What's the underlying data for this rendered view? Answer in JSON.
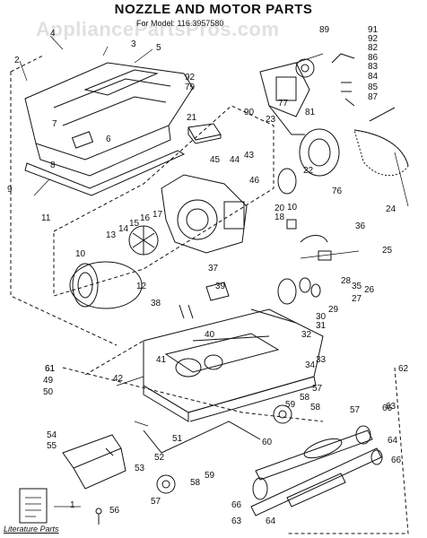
{
  "title": "NOZZLE AND MOTOR PARTS",
  "model_label": "For Model: 116.3957580",
  "watermark": "AppliancePartsPros.com",
  "literature_label": "Literature Parts",
  "part_numbers": [
    "1",
    "2",
    "3",
    "4",
    "5",
    "6",
    "7",
    "8",
    "9",
    "10",
    "11",
    "12",
    "13",
    "14",
    "15",
    "16",
    "17",
    "18",
    "20",
    "21",
    "22",
    "23",
    "24",
    "25",
    "26",
    "27",
    "28",
    "29",
    "30",
    "31",
    "32",
    "33",
    "34",
    "35",
    "36",
    "37",
    "38",
    "39",
    "40",
    "41",
    "42",
    "43",
    "44",
    "45",
    "46",
    "49",
    "50",
    "51",
    "52",
    "53",
    "54",
    "55",
    "56",
    "57",
    "58",
    "59",
    "60",
    "61",
    "62",
    "63",
    "64",
    "66",
    "76",
    "77",
    "79",
    "81",
    "82",
    "83",
    "84",
    "85",
    "86",
    "87",
    "89",
    "90",
    "91",
    "92"
  ],
  "colors": {
    "line": "#111111",
    "background": "#ffffff",
    "watermark": "#c8c8c8"
  }
}
